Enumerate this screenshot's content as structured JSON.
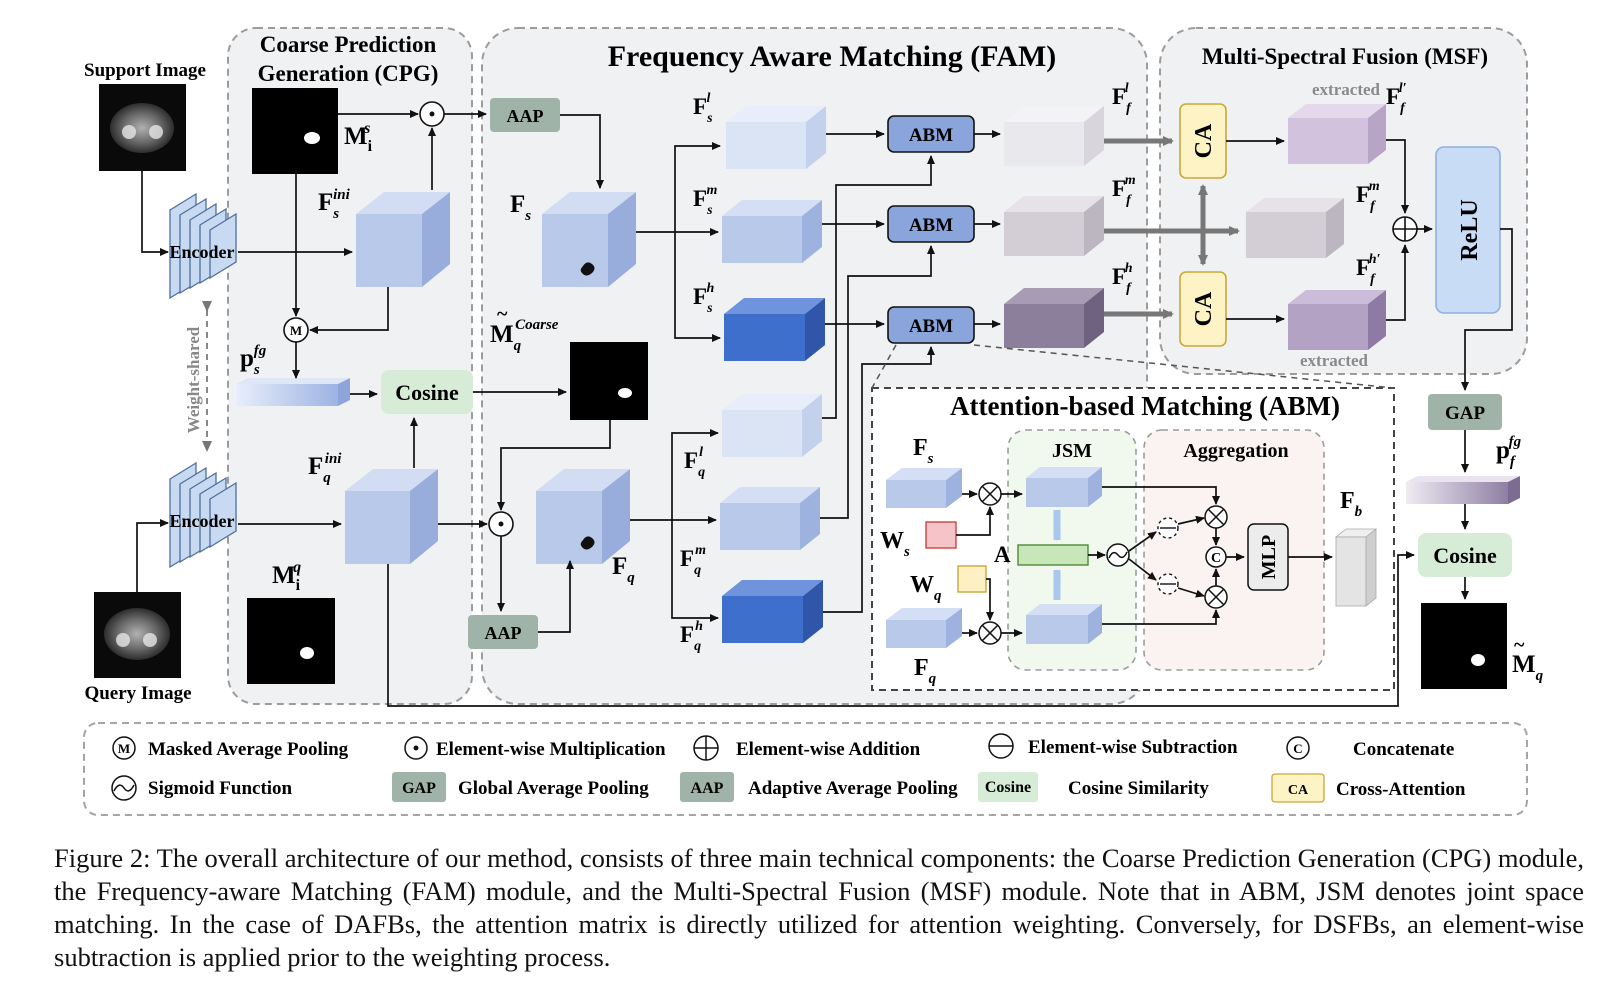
{
  "inputs": {
    "support_image": "Support Image",
    "query_image": "Query Image",
    "encoder": "Encoder",
    "weight_shared": "Weight-shared"
  },
  "cpg": {
    "title_line1": "Coarse Prediction",
    "title_line2": "Generation (CPG)",
    "mask_s": "M",
    "mask_s_sub": "i",
    "mask_s_sup": "s",
    "f_s_ini": "F",
    "f_s_ini_sub": "s",
    "f_s_ini_sup": "ini",
    "p_s_fg": "p",
    "p_s_fg_sub": "s",
    "p_s_fg_sup": "fg",
    "cosine": "Cosine",
    "f_q_ini": "F",
    "f_q_ini_sub": "q",
    "f_q_ini_sup": "ini",
    "mask_q": "M",
    "mask_q_sub": "i",
    "mask_q_sup": "q"
  },
  "fam": {
    "title": "Frequency Aware Matching (FAM)",
    "aap": "AAP",
    "f_s": "F",
    "f_s_sub": "s",
    "f_q": "F",
    "f_q_sub": "q",
    "coarse": "M",
    "coarse_sub": "q",
    "coarse_sup": "Coarse",
    "fsl": "F",
    "fsl_sub": "s",
    "fsl_sup": "l",
    "fsm": "F",
    "fsm_sub": "s",
    "fsm_sup": "m",
    "fsh": "F",
    "fsh_sub": "s",
    "fsh_sup": "h",
    "fql": "F",
    "fql_sub": "q",
    "fql_sup": "l",
    "fqm": "F",
    "fqm_sub": "q",
    "fqm_sup": "m",
    "fqh": "F",
    "fqh_sub": "q",
    "fqh_sup": "h",
    "abm": "ABM",
    "ffl": "F",
    "ffl_sub": "f",
    "ffl_sup": "l",
    "ffm": "F",
    "ffm_sub": "f",
    "ffm_sup": "m",
    "ffh": "F",
    "ffh_sub": "f",
    "ffh_sup": "h"
  },
  "msf": {
    "title": "Multi-Spectral Fusion (MSF)",
    "ca": "CA",
    "extracted": "extracted",
    "relu": "ReLU",
    "gap": "GAP",
    "cosine": "Cosine",
    "ffl_p": "F",
    "ffl_p_sub": "f",
    "ffl_p_sup": "l′",
    "ffm": "F",
    "ffm_sub": "f",
    "ffm_sup": "m",
    "ffh_p": "F",
    "ffh_p_sub": "f",
    "ffh_p_sup": "h′",
    "pf": "p",
    "pf_sub": "f",
    "pf_sup": "fg",
    "mq": "M",
    "mq_sub": "q"
  },
  "abm_detail": {
    "title": "Attention-based Matching (ABM)",
    "jsm": "JSM",
    "aggregation": "Aggregation",
    "fs": "F",
    "fs_sub": "s",
    "fq": "F",
    "fq_sub": "q",
    "ws": "W",
    "ws_sub": "s",
    "wq": "W",
    "wq_sub": "q",
    "a": "A",
    "mlp": "MLP",
    "fb": "F",
    "fb_sub": "b",
    "c": "C"
  },
  "legend": {
    "m_symbol": "M",
    "masked_avg_pooling": "Masked Average Pooling",
    "elementwise_mult": "Element-wise Multiplication",
    "elementwise_add": "Element-wise Addition",
    "elementwise_sub": "Element-wise Subtraction",
    "c_symbol": "C",
    "concatenate": "Concatenate",
    "sigmoid": "Sigmoid Function",
    "gap": "GAP",
    "gap_desc": "Global Average Pooling",
    "aap": "AAP",
    "aap_desc": "Adaptive Average Pooling",
    "cosine": "Cosine",
    "cosine_desc": "Cosine Similarity",
    "ca": "CA",
    "ca_desc": "Cross-Attention"
  },
  "caption": "Figure 2: The overall architecture of our method, consists of three main technical components: the Coarse Prediction Generation (CPG) module, the Frequency-aware Matching (FAM) module, and the Multi-Spectral Fusion (MSF) module. Note that in ABM, JSM denotes joint space matching. In the case of DAFBs, the attention matrix is directly utilized for attention weighting. Conversely, for DSFBs, an element-wise subtraction is applied prior to the weighting process.",
  "colors": {
    "panel_fill": "#f0f1f3",
    "cube_light": "#b9c9ea",
    "cube_lighter": "#d6e1f3",
    "cube_dark": "#3f6fcc",
    "abm_fill": "#8aa4dc",
    "ca_fill": "#fdf3c4",
    "cosine_fill": "#d7ecd6",
    "gap_fill": "#9fb3a8",
    "relu_fill": "#c9dcf5"
  }
}
